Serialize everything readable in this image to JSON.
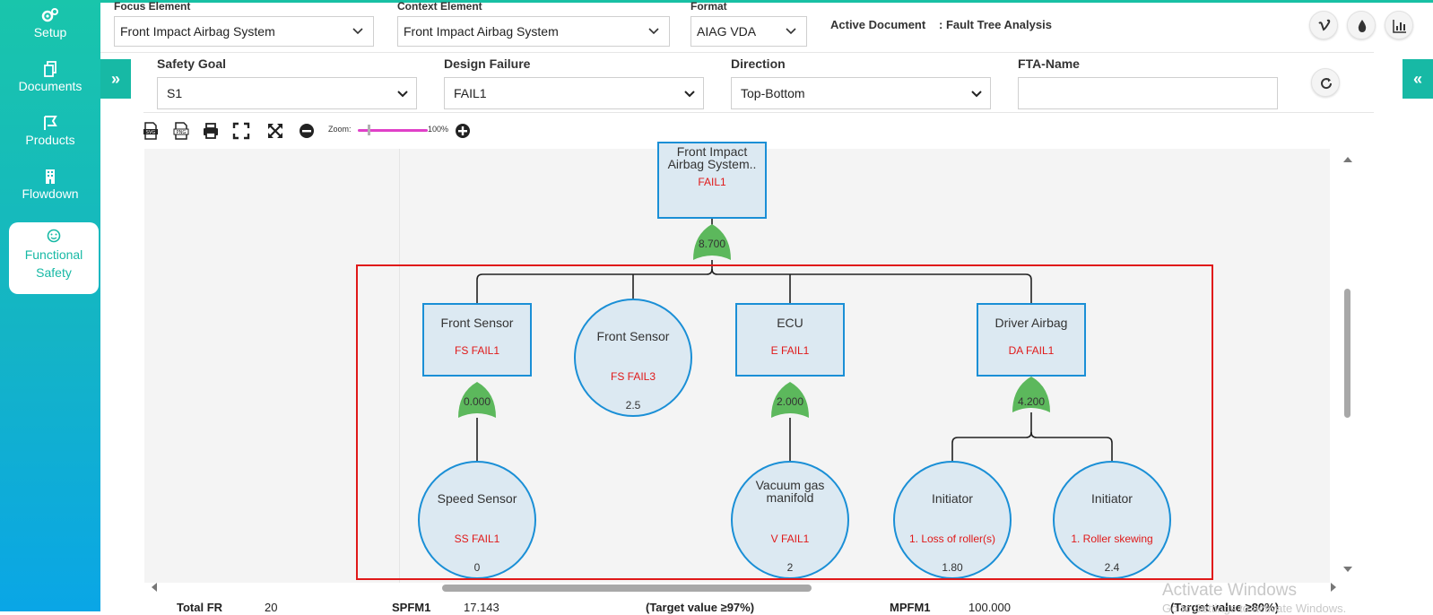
{
  "sidebar": {
    "items": [
      {
        "label": "Setup",
        "icon": "gears-icon"
      },
      {
        "label": "Documents",
        "icon": "documents-icon"
      },
      {
        "label": "Products",
        "icon": "products-icon"
      },
      {
        "label": "Flowdown",
        "icon": "building-icon"
      },
      {
        "label": "Functional Safety",
        "icon": "smiley-icon",
        "active": true
      }
    ]
  },
  "header": {
    "focus_label": "Focus Element",
    "focus_value": "Front Impact Airbag System",
    "context_label": "Context Element",
    "context_value": "Front Impact Airbag System",
    "format_label": "Format",
    "format_value": "AIAG VDA",
    "active_doc_label": "Active Document",
    "active_doc_value": ": Fault Tree Analysis"
  },
  "filters": {
    "safety_goal_label": "Safety Goal",
    "safety_goal_value": "S1",
    "design_failure_label": "Design Failure",
    "design_failure_value": "FAIL1",
    "direction_label": "Direction",
    "direction_value": "Top-Bottom",
    "fta_name_label": "FTA-Name",
    "fta_name_value": ""
  },
  "toolbar": {
    "zoom_label": "Zoom:",
    "zoom_value": "100%"
  },
  "tree": {
    "root": {
      "title": "Front Impact Airbag System..",
      "fail": "FAIL1",
      "gate": "8.700"
    },
    "level1": [
      {
        "type": "box",
        "title": "Front Sensor",
        "fail": "FS FAIL1",
        "gate": "0.000"
      },
      {
        "type": "circle",
        "title": "Front Sensor",
        "fail": "FS FAIL3",
        "value": "2.5"
      },
      {
        "type": "box",
        "title": "ECU",
        "fail": "E FAIL1",
        "gate": "2.000"
      },
      {
        "type": "box",
        "title": "Driver Airbag",
        "fail": "DA FAIL1",
        "gate": "4.200"
      }
    ],
    "level2": [
      {
        "title": "Speed Sensor",
        "fail": "SS FAIL1",
        "value": "0"
      },
      {
        "title": "Vacuum gas manifold",
        "fail": "V FAIL1",
        "value": "2"
      },
      {
        "title": "Initiator",
        "fail": "1. Loss of roller(s)",
        "value": "1.80"
      },
      {
        "title": "Initiator",
        "fail": "1. Roller skewing",
        "value": "2.4"
      }
    ]
  },
  "summary": {
    "total_fr_label": "Total FR",
    "total_fr_value": "20",
    "spfm_label": "SPFM1",
    "spfm_value": "17.143",
    "spfm_target": "(Target value ≥97%)",
    "mpfm_label": "MPFM1",
    "mpfm_value": "100.000",
    "mpfm_target": "(Target value ≥80%)"
  },
  "watermark": {
    "line1": "Activate Windows",
    "line2": "Go to Settings to activate Windows."
  },
  "colors": {
    "accent": "#17b9a5",
    "node_border": "#1a8fd6",
    "node_fill": "#dce9f2",
    "fail_text": "#e01919",
    "gate_fill": "#5cb85c",
    "highlight": "#e01919"
  }
}
